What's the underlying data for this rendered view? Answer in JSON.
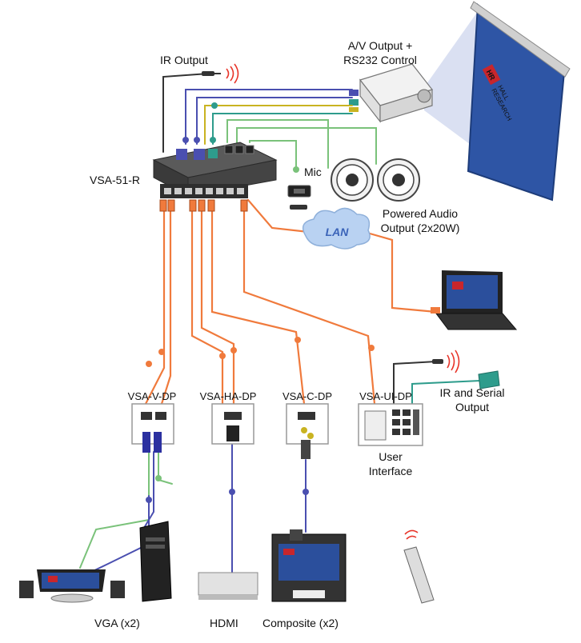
{
  "labels": {
    "ir_output": "IR Output",
    "av_output_line1": "A/V Output +",
    "av_output_line2": "RS232 Control",
    "main_unit": "VSA-51-R",
    "mic": "Mic",
    "powered_audio_line1": "Powered Audio",
    "powered_audio_line2": "Output (2x20W)",
    "lan": "LAN",
    "wallplate_vga": "VSA-V-DP",
    "wallplate_hdmi": "VSA-HA-DP",
    "wallplate_composite": "VSA-C-DP",
    "wallplate_ui": "VSA-UI-DP",
    "ir_serial_line1": "IR and Serial",
    "ir_serial_line2": "Output",
    "user_interface_line1": "User",
    "user_interface_line2": "Interface",
    "source_vga": "VGA (x2)",
    "source_hdmi": "HDMI",
    "source_composite": "Composite (x2)"
  },
  "brand": {
    "logo_mark": "HR",
    "logo_line1": "HALL",
    "logo_line2": "RESEARCH"
  },
  "colors": {
    "cat_cable": "#f07a3c",
    "vga_cable": "#4a4fb0",
    "audio_cable": "#7ac27a",
    "serial_cable": "#2e9c8c",
    "ir_signal": "#e8352a",
    "device_dark": "#2e2e2e",
    "screen_blue": "#2b4f9c",
    "lan_cloud": "#b9d2f2",
    "lan_text": "#3a63b8"
  }
}
